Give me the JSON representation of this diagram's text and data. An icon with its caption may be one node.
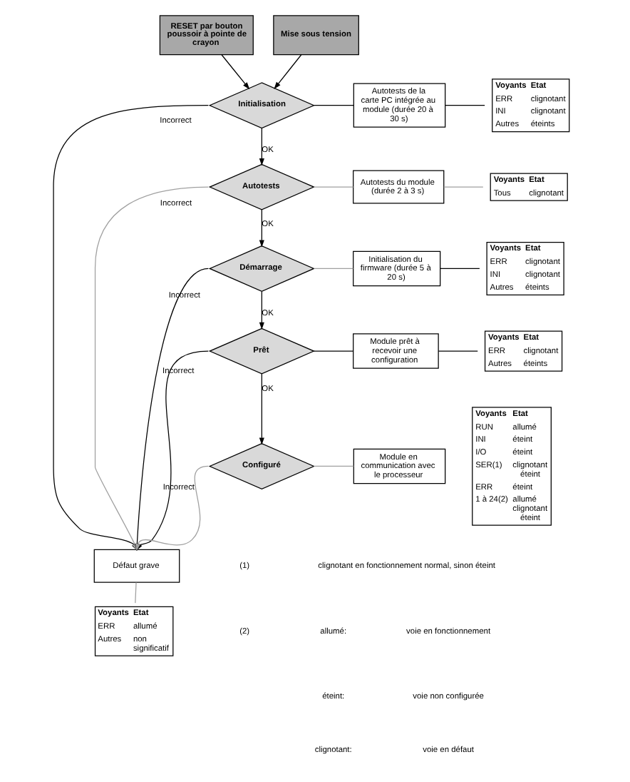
{
  "diagram": {
    "nodes": [
      {
        "text": [
          "RESET par bouton poussoir à pointe de crayon"
        ]
      },
      {
        "text": [
          "Mise sous tension"
        ]
      },
      {
        "text": [
          "Initialisation"
        ]
      },
      {
        "text": [
          "Autotests de la carte PC intégrée au module (durée 20 à 30 s)"
        ]
      },
      {
        "text": [
          "Voyants",
          "Etat",
          "ERR",
          "clignotant",
          "INI",
          "clignotant",
          "Autres",
          "éteints"
        ]
      },
      {
        "text": [
          "Autotests"
        ]
      },
      {
        "text": [
          "Autotests du module (durée 2 à 3 s)"
        ]
      },
      {
        "text": [
          "Voyants",
          "Etat",
          "Tous",
          "clignotant"
        ]
      },
      {
        "text": [
          "Démarrage"
        ]
      },
      {
        "text": [
          "Initialisation du firmware (durée 5 à 20 s)"
        ]
      },
      {
        "text": [
          "Voyants",
          "Etat",
          "ERR",
          "clignotant",
          "INI",
          "clignotant",
          "Autres",
          "éteints"
        ]
      },
      {
        "text": [
          "Prêt"
        ]
      },
      {
        "text": [
          "Module prêt à recevoir une configuration"
        ]
      },
      {
        "text": [
          "Voyants",
          "Etat",
          "ERR",
          "clignotant",
          "Autres",
          "éteints"
        ]
      },
      {
        "text": [
          "Configuré"
        ]
      },
      {
        "text": [
          "Module en communication avec le processeur"
        ]
      },
      {
        "text": [
          "Voyants",
          "Etat",
          "RUN",
          "allumé",
          "INI",
          "éteint",
          "I/O",
          "éteint",
          "SER(1)",
          "clignotant éteint",
          "ERR",
          "éteint",
          "1 à 24(2)",
          "allumé clignotant éteint"
        ]
      },
      {
        "text": [
          "Défaut grave"
        ]
      },
      {
        "text": [
          "Voyants",
          "Etat",
          "ERR",
          "allumé",
          "Autres",
          "non significatif"
        ]
      }
    ],
    "edges": [
      {
        "from": 0,
        "to": 2,
        "arrow": "to"
      },
      {
        "from": 1,
        "to": 2,
        "arrow": "to"
      },
      {
        "from": 2,
        "to": 5,
        "arrow": "to",
        "label": "OK"
      },
      {
        "from": 5,
        "to": 8,
        "arrow": "to",
        "label": "OK"
      },
      {
        "from": 8,
        "to": 11,
        "arrow": "to",
        "label": "OK"
      },
      {
        "from": 11,
        "to": 14,
        "arrow": "to",
        "label": "OK"
      },
      {
        "from": 2,
        "to": 17,
        "arrow": "to",
        "label": "Incorrect"
      },
      {
        "from": 5,
        "to": 17,
        "arrow": "to",
        "label": "Incorrect",
        "color": "#a0a0a0"
      },
      {
        "from": 8,
        "to": 17,
        "arrow": "to",
        "label": "Incorrect"
      },
      {
        "from": 11,
        "to": 17,
        "arrow": "to",
        "label": "Incorrect"
      },
      {
        "from": 14,
        "to": 17,
        "arrow": "to",
        "label": "Incorrect",
        "color": "#a0a0a0"
      },
      {
        "from": 2,
        "to": 3,
        "arrow": "none"
      },
      {
        "from": 3,
        "to": 4,
        "arrow": "none"
      },
      {
        "from": 5,
        "to": 6,
        "arrow": "none",
        "color": "#a0a0a0"
      },
      {
        "from": 6,
        "to": 7,
        "arrow": "none",
        "color": "#a0a0a0"
      },
      {
        "from": 8,
        "to": 9,
        "arrow": "none",
        "color": "#a0a0a0"
      },
      {
        "from": 9,
        "to": 10,
        "arrow": "none"
      },
      {
        "from": 11,
        "to": 12,
        "arrow": "none"
      },
      {
        "from": 12,
        "to": 13,
        "arrow": "none"
      },
      {
        "from": 14,
        "to": 15,
        "arrow": "none",
        "color": "#a0a0a0"
      },
      {
        "from": 17,
        "to": 18,
        "arrow": "none",
        "color": "#a0a0a0"
      }
    ],
    "labels": [
      "(1)",
      "clignotant en fonctionnement normal, sinon éteint",
      "(2)",
      "allumé:",
      "voie en fonctionnement",
      "éteint:",
      "voie non configurée",
      "clignotant:",
      "voie en défaut"
    ]
  }
}
